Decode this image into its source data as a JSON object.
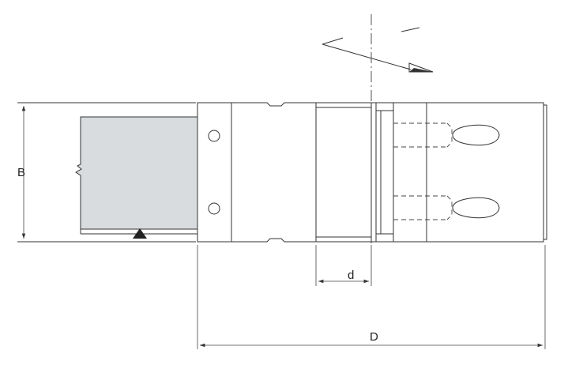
{
  "labels": {
    "B": "B",
    "d": "d",
    "D": "D"
  },
  "colors": {
    "line": "#333333",
    "workpiece_fill": "#d9dcdf"
  },
  "icons": {
    "marker": "triangle-up-icon",
    "rotation": "rotation-arrow-icon"
  }
}
